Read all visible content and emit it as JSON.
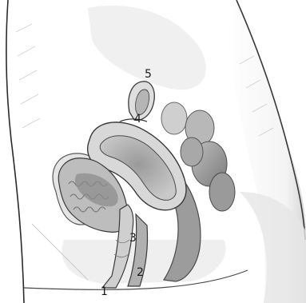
{
  "figure": {
    "labels": [
      {
        "id": "label-1",
        "text": "1"
      },
      {
        "id": "label-2",
        "text": "2"
      },
      {
        "id": "label-3",
        "text": "3"
      },
      {
        "id": "label-4",
        "text": "4"
      },
      {
        "id": "label-5",
        "text": "5"
      }
    ],
    "colors": {
      "background": "#ffffff",
      "skin_outline": "#2b2b2b",
      "tissue_light": "#e9e9e9",
      "tissue_mid": "#bdbdbd",
      "tissue_dark": "#8c8c8c",
      "tissue_darkest": "#5e5e5e"
    }
  }
}
